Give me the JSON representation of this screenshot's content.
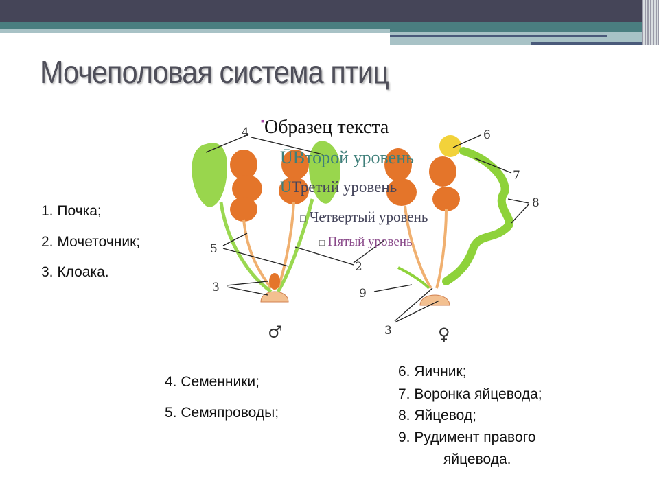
{
  "slide": {
    "title": "Мочеполовая система птиц",
    "placeholder_levels": [
      "Образец текста",
      "Второй уровень",
      "Третий уровень",
      "Четвертый уровень",
      "Пятый уровень"
    ],
    "placeholder_bullet_glyphs": [
      "Ū",
      "Ū",
      "□",
      "□"
    ],
    "list_left": [
      "1.  Почка;",
      "2.  Мочеточник;",
      "3.  Клоака."
    ],
    "list_middle": [
      "4.  Семенники;",
      "5.  Семяпроводы;"
    ],
    "list_right": [
      "6.  Яичник;",
      "7.  Воронка яйцевода;",
      "8.  Яйцевод;",
      "9.  Рудимент правого",
      "яйцевода."
    ]
  },
  "diagram": {
    "labels": [
      "4",
      "5",
      "3",
      "2",
      "6",
      "7",
      "8",
      "9",
      "3"
    ],
    "male_symbol": "♂",
    "female_symbol": "♀",
    "colors": {
      "kidney": "#8ed23a",
      "gonad": "#e4752a",
      "ovary": "#f2d23a",
      "duct": "#f0b070"
    }
  },
  "theme": {
    "header_dark": "#454558",
    "header_teal": "#4a7e80",
    "header_light": "#a8c2c6"
  }
}
